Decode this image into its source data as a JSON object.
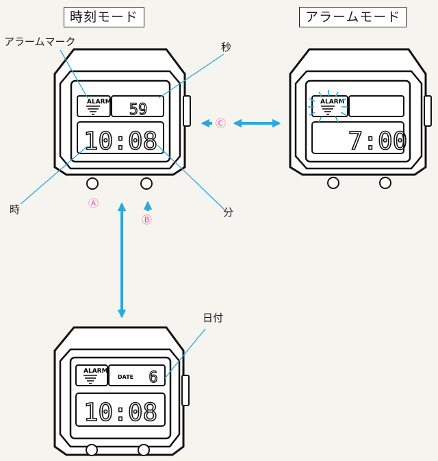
{
  "modes": {
    "time": "時刻モード",
    "alarm": "アラームモード"
  },
  "labels": {
    "alarm_mark": "アラームマーク",
    "seconds": "秒",
    "hours": "時",
    "minutes": "分",
    "date": "日付"
  },
  "buttons": {
    "a": "Ⓐ",
    "b": "Ⓑ",
    "c": "Ⓒ"
  },
  "watches": {
    "time_mode": {
      "alarm_text": "ALARM",
      "top_value": "59",
      "main_value": "10:08"
    },
    "alarm_mode": {
      "alarm_text": "ALARM",
      "main_value": "7:00"
    },
    "date_mode": {
      "alarm_text": "ALARM",
      "date_text": "DATE",
      "top_value": "6",
      "main_value": "10:08"
    }
  },
  "colors": {
    "accent": "#29a8e0",
    "button_label": "#ff4fa0",
    "line": "#1a1a1a"
  }
}
